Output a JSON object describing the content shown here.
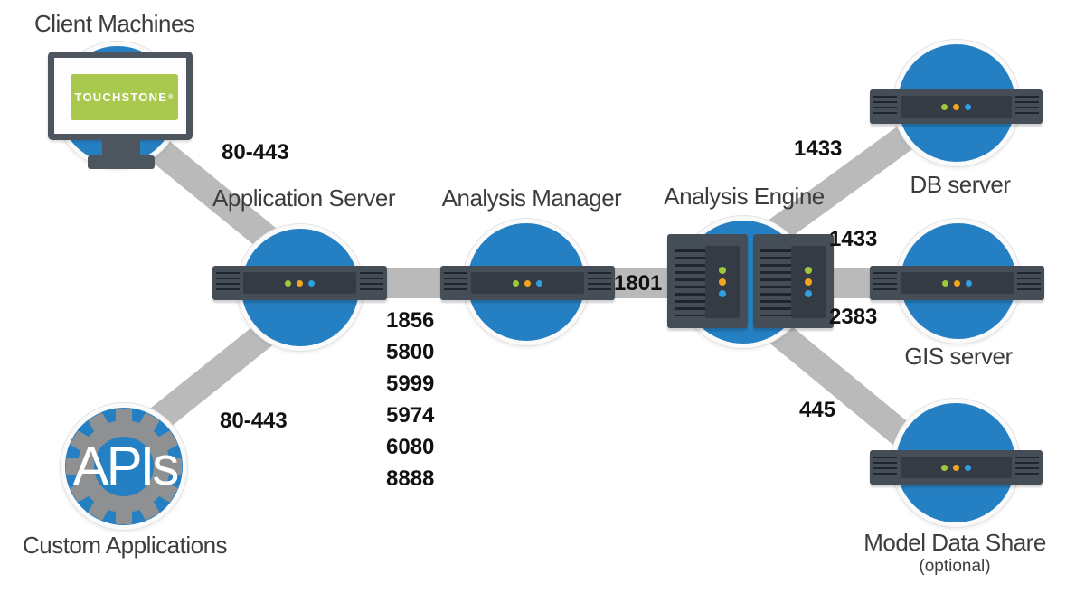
{
  "nodes": {
    "client_machines": {
      "label": "Client Machines",
      "screen_logo": "TOUCHSTONE",
      "logo_mark": "®"
    },
    "application_server": {
      "label": "Application Server"
    },
    "analysis_manager": {
      "label": "Analysis Manager"
    },
    "analysis_engine": {
      "label": "Analysis Engine"
    },
    "db_server": {
      "label": "DB server"
    },
    "gis_server": {
      "label": "GIS server"
    },
    "model_data_share": {
      "label": "Model Data Share",
      "sublabel": "(optional)"
    },
    "custom_applications": {
      "label": "Custom Applications",
      "gear_text": "APIs"
    }
  },
  "ports": {
    "client_to_app_server": "80-443",
    "custom_apps_to_app_server": "80-443",
    "app_server_to_analysis_manager": [
      "1856",
      "5800",
      "5999",
      "5974",
      "6080",
      "8888"
    ],
    "analysis_manager_to_analysis_engine": "1801",
    "analysis_engine_to_db_server": "1433",
    "analysis_engine_to_gis_server_top": "1433",
    "analysis_engine_to_gis_server_bottom": "2383",
    "analysis_engine_to_model_data_share": "445"
  },
  "colors": {
    "node_blue": "#2580c3",
    "connector_gray": "#bababa",
    "server_slate": "#454d57",
    "server_panel": "#343b45",
    "led_green": "#9ec838",
    "led_orange": "#f2a51f",
    "led_blue": "#2e9fe0",
    "logo_green": "#a9c94e",
    "gear_gray": "#8f9091",
    "monitor_slate": "#4d565f",
    "label_color": "#3d3d3d",
    "port_color": "#111111"
  }
}
